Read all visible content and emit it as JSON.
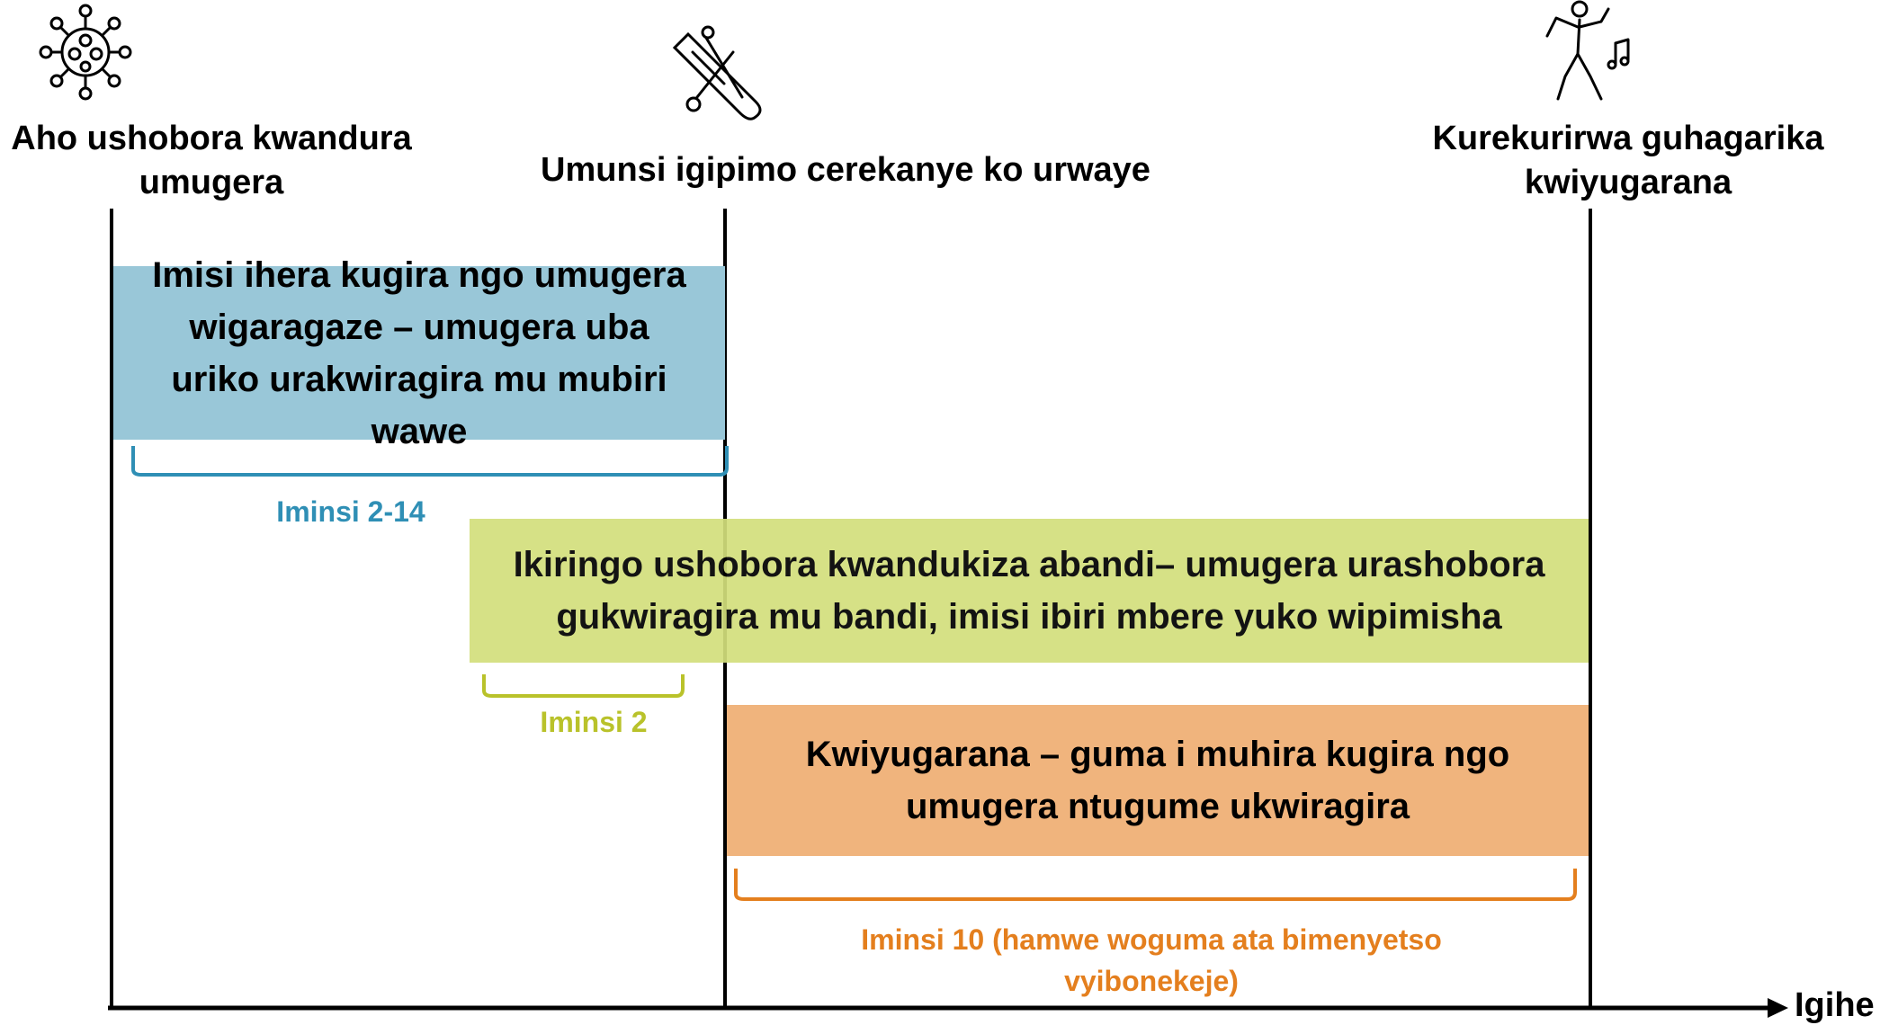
{
  "timeline": {
    "axis_label": "Igihe",
    "milestones": [
      {
        "label": "Aho ushobora kwandura umugera",
        "icon": "virus-icon"
      },
      {
        "label": "Umunsi igipimo cerekanye ko urwaye",
        "icon": "test-tube-icon"
      },
      {
        "label": "Kurekurirwa guhagarika kwiyugarana",
        "icon": "dancing-person-icon"
      }
    ],
    "periods": [
      {
        "label": "Imisi ihera kugira ngo umugera wigaragaze – umugera uba uriko urakwiragira mu mubiri wawe",
        "duration": "Iminsi 2-14",
        "color": "#99c7d8",
        "accent": "#2f8fb5"
      },
      {
        "label": "Ikiringo ushobora kwandukiza abandi– umugera urashobora gukwiragira mu bandi, imisi ibiri mbere yuko wipimisha",
        "duration": "Iminsi 2",
        "color": "#d3df7c",
        "accent": "#b9c22a"
      },
      {
        "label": "Kwiyugarana – guma i muhira kugira ngo umugera ntugume ukwiragira",
        "duration": "Iminsi 10 (hamwe woguma ata bimenyetso vyibonekeje)",
        "color": "#f0b47d",
        "accent": "#e47f1e"
      }
    ]
  }
}
